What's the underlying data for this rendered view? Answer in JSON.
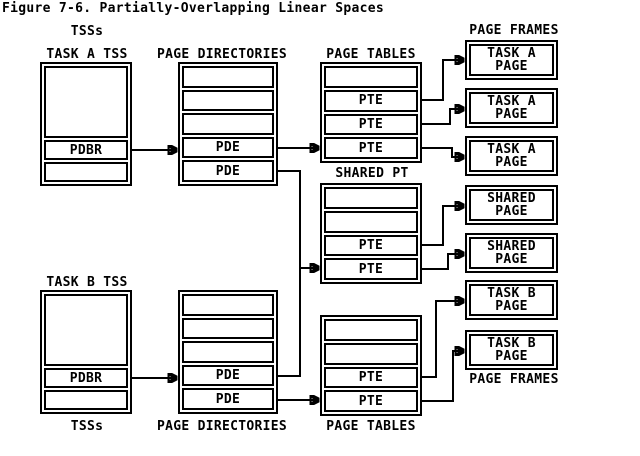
{
  "title": "Figure 7-6. Partially-Overlapping Linear Spaces",
  "colors": {
    "ink": "#000000",
    "paper": "#ffffff"
  },
  "labels": {
    "tsss_top": "TSSs",
    "task_a_tss": "TASK A TSS",
    "page_directories_top": "PAGE DIRECTORIES",
    "page_tables_top": "PAGE TABLES",
    "page_frames_top": "PAGE FRAMES",
    "shared_pt": "SHARED PT",
    "task_b_tss": "TASK B TSS",
    "tsss_bottom": "TSSs",
    "page_directories_bottom": "PAGE DIRECTORIES",
    "page_tables_bottom": "PAGE TABLES",
    "page_frames_bottom": "PAGE FRAMES"
  },
  "tss_a": {
    "rows": [
      "",
      "PDBR",
      ""
    ]
  },
  "tss_b": {
    "rows": [
      "",
      "PDBR",
      ""
    ]
  },
  "page_directory_a": {
    "rows": [
      "",
      "",
      "",
      "PDE",
      "PDE"
    ]
  },
  "page_directory_b": {
    "rows": [
      "",
      "",
      "",
      "PDE",
      "PDE"
    ]
  },
  "page_table_a": {
    "rows": [
      "",
      "PTE",
      "PTE",
      "PTE"
    ]
  },
  "shared_page_table": {
    "rows": [
      "",
      "",
      "PTE",
      "PTE"
    ]
  },
  "page_table_b": {
    "rows": [
      "",
      "",
      "PTE",
      "PTE"
    ]
  },
  "page_frames": [
    {
      "line1": "TASK A",
      "line2": "PAGE"
    },
    {
      "line1": "TASK A",
      "line2": "PAGE"
    },
    {
      "line1": "TASK A",
      "line2": "PAGE"
    },
    {
      "line1": "SHARED",
      "line2": "PAGE"
    },
    {
      "line1": "SHARED",
      "line2": "PAGE"
    },
    {
      "line1": "TASK B",
      "line2": "PAGE"
    },
    {
      "line1": "TASK B",
      "line2": "PAGE"
    }
  ],
  "connections": [
    {
      "from": "tss-a-pdbr",
      "to": "page-directory-a"
    },
    {
      "from": "page-directory-a-pde-1",
      "to": "page-table-a-pte-3"
    },
    {
      "from": "page-directory-a-pde-2",
      "to": "shared-page-table"
    },
    {
      "from": "page-directory-b-pde-1",
      "to": "shared-page-table"
    },
    {
      "from": "page-table-a-pte-1",
      "to": "page-frame-1"
    },
    {
      "from": "page-table-a-pte-2",
      "to": "page-frame-2"
    },
    {
      "from": "page-table-a-pte-3",
      "to": "page-frame-3"
    },
    {
      "from": "shared-page-table-pte-1",
      "to": "page-frame-4"
    },
    {
      "from": "shared-page-table-pte-2",
      "to": "page-frame-5"
    },
    {
      "from": "tss-b-pdbr",
      "to": "page-directory-b"
    },
    {
      "from": "page-directory-b-pde-2",
      "to": "page-table-b"
    },
    {
      "from": "page-table-b-pte-1",
      "to": "page-frame-6"
    },
    {
      "from": "page-table-b-pte-2",
      "to": "page-frame-7"
    }
  ]
}
